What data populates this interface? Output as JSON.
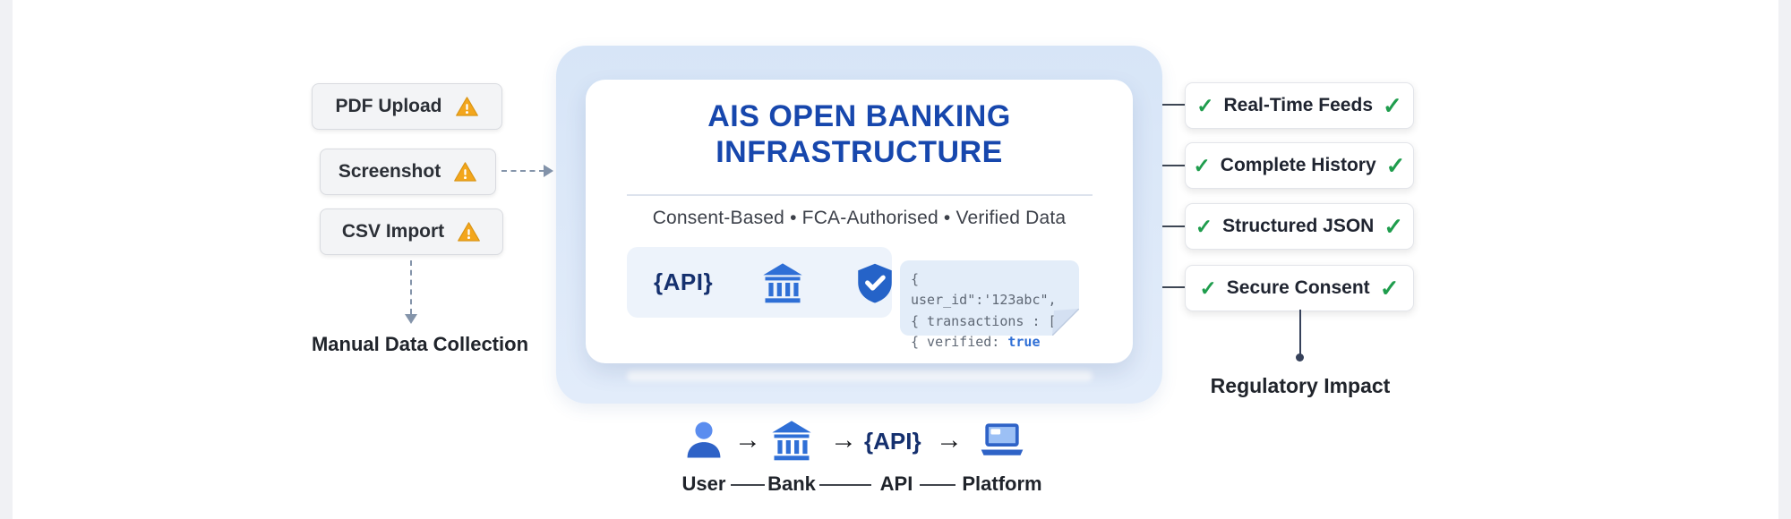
{
  "left_panel": {
    "items": [
      {
        "label": "PDF Upload"
      },
      {
        "label": "Screenshot"
      },
      {
        "label": "CSV Import"
      }
    ],
    "caption": "Manual Data Collection"
  },
  "center": {
    "title_line1": "AIS OPEN BANKING",
    "title_line2": "INFRASTRUCTURE",
    "subtitle": "Consent-Based • FCA-Authorised • Verified Data",
    "api_badge": "{API}",
    "code": {
      "line1": "{ user_id\":'123abc\",",
      "line2": "{ transactions : []",
      "line3_prefix": "{ verified: ",
      "line3_value": "true"
    }
  },
  "right_panel": {
    "check": "✓",
    "items": [
      {
        "label": "Real-Time Feeds"
      },
      {
        "label": "Complete History"
      },
      {
        "label": "Structured JSON"
      },
      {
        "label": "Secure Consent"
      }
    ],
    "caption": "Regulatory Impact"
  },
  "flow": {
    "api_text": "{API}",
    "arrow": "→",
    "labels": [
      {
        "label": "User"
      },
      {
        "label": "Bank"
      },
      {
        "label": "API"
      },
      {
        "label": "Platform"
      }
    ]
  },
  "colors": {
    "accent_blue": "#1747ad",
    "panel_blue": "#dbe7f7",
    "check_green": "#1f9d4d",
    "warning_amber": "#f3a61c"
  }
}
